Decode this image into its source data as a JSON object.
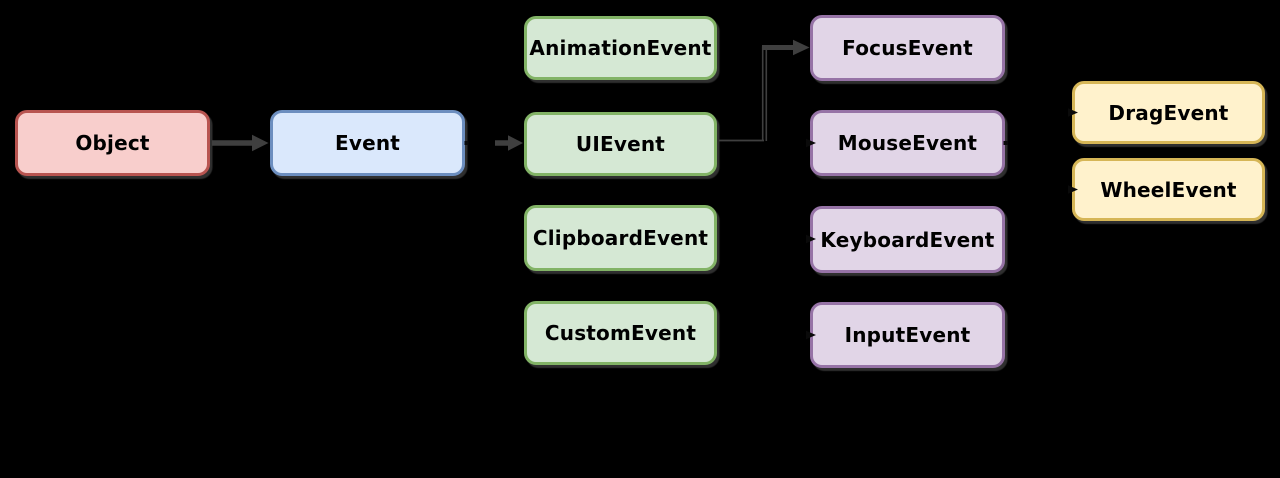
{
  "diagram": {
    "description": "DOM event class inheritance diagram",
    "nodes": {
      "object": {
        "label": "Object",
        "color_family": "red"
      },
      "event": {
        "label": "Event",
        "color_family": "blue"
      },
      "animation_event": {
        "label": "AnimationEvent",
        "color_family": "green"
      },
      "ui_event": {
        "label": "UIEvent",
        "color_family": "green"
      },
      "clipboard_event": {
        "label": "ClipboardEvent",
        "color_family": "green"
      },
      "custom_event": {
        "label": "CustomEvent",
        "color_family": "green"
      },
      "focus_event": {
        "label": "FocusEvent",
        "color_family": "purple"
      },
      "mouse_event": {
        "label": "MouseEvent",
        "color_family": "purple"
      },
      "keyboard_event": {
        "label": "KeyboardEvent",
        "color_family": "purple"
      },
      "input_event": {
        "label": "InputEvent",
        "color_family": "purple"
      },
      "drag_event": {
        "label": "DragEvent",
        "color_family": "yellow"
      },
      "wheel_event": {
        "label": "WheelEvent",
        "color_family": "yellow"
      }
    },
    "edges": [
      {
        "from": "Object",
        "to": "Event",
        "style": "straight-arrow"
      },
      {
        "from": "Event",
        "to": "UIEvent",
        "style": "straight-arrow"
      },
      {
        "from": "UIEvent",
        "to": "FocusEvent",
        "style": "elbow-arrow"
      }
    ],
    "colors": {
      "background": "#000000",
      "text": "#000000",
      "arrow": "#3f3f3f",
      "nub": "#0a0a0a",
      "red_fill": "#f8cecc",
      "red_border": "#b85450",
      "blue_fill": "#dae8fc",
      "blue_border": "#6c8ebf",
      "green_fill": "#d5e8d4",
      "green_border": "#82b366",
      "purple_fill": "#e1d5e7",
      "purple_border": "#9673a6",
      "yellow_fill": "#fff2cc",
      "yellow_border": "#d6b656"
    }
  }
}
